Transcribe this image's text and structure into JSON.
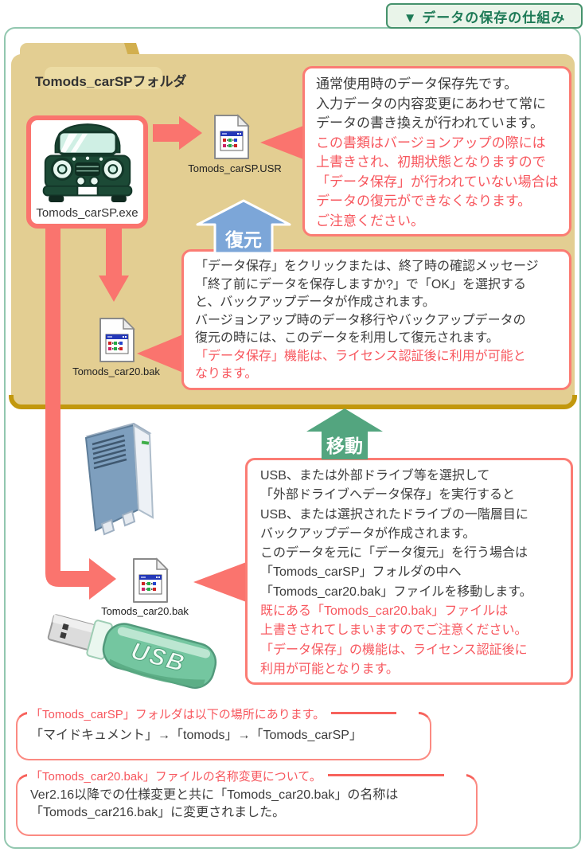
{
  "header": {
    "tab_label": "▼ データの保存の仕組み"
  },
  "folder": {
    "label": "Tomods_carSPフォルダ"
  },
  "files": {
    "app": "Tomods_carSP.exe",
    "usr": "Tomods_carSP.USR",
    "bak_in_folder": "Tomods_car20.bak",
    "bak_external": "Tomods_car20.bak"
  },
  "flow": {
    "restore": "復元",
    "move": "移動"
  },
  "usb": {
    "label": "USB"
  },
  "callouts": {
    "usr": {
      "lines": [
        "通常使用時のデータ保存先です。",
        "入力データの内容変更にあわせて常に",
        "データの書き換えが行われています。",
        "この書類はバージョンアップの際には",
        "上書きされ、初期状態となりますので",
        "「データ保存」が行われていない場合は",
        "データの復元ができなくなります。",
        "ご注意ください。"
      ]
    },
    "backup": {
      "lines": [
        "「データ保存」をクリックまたは、終了時の確認メッセージ",
        "「終了前にデータを保存しますか?」で「OK」を選択する",
        "と、バックアップデータが作成されます。",
        "バージョンアップ時のデータ移行やバックアップデータの",
        "復元の時には、このデータを利用して復元されます。",
        "「データ保存」機能は、ライセンス認証後に利用が可能と",
        "なります。"
      ]
    },
    "external": {
      "lines": [
        "USB、または外部ドライブ等を選択して",
        "「外部ドライブへデータ保存」を実行すると",
        "USB、または選択されたドライブの一階層目に",
        "バックアップデータが作成されます。",
        "このデータを元に「データ復元」を行う場合は",
        "「Tomods_carSP」フォルダの中へ",
        "「Tomods_car20.bak」ファイルを移動します。",
        "既にある「Tomods_car20.bak」ファイルは",
        "上書きされてしまいますのでご注意ください。",
        "「データ保存」の機能は、ライセンス認証後に",
        "利用が可能となります。"
      ]
    }
  },
  "notes": {
    "location": {
      "title": "「Tomods_carSP」フォルダは以下の場所にあります。",
      "body": "「マイドキュメント」→「tomods」→「Tomods_carSP」"
    },
    "rename": {
      "title": "「Tomods_car20.bak」ファイルの名称変更について。",
      "lines": [
        "Ver2.16以降での仕様変更と共に「Tomods_car20.bak」の名称は",
        "「Tomods_car216.bak」に変更されました。"
      ]
    }
  },
  "colors": {
    "folder_fill": "#e3ce92",
    "folder_edge_gold": "#c2980e",
    "arrow_pink": "#fa746e",
    "callout_border": "#fb7c74",
    "warning_text": "#f7575e",
    "restore_arrow_blue": "#7ca6d8",
    "move_arrow_green": "#53a57f",
    "frame_teal": "#92c7af",
    "header_green": "#1d7a56",
    "usb_body_green": "#74c6a0",
    "drive_blue": "#7e9fbe"
  }
}
